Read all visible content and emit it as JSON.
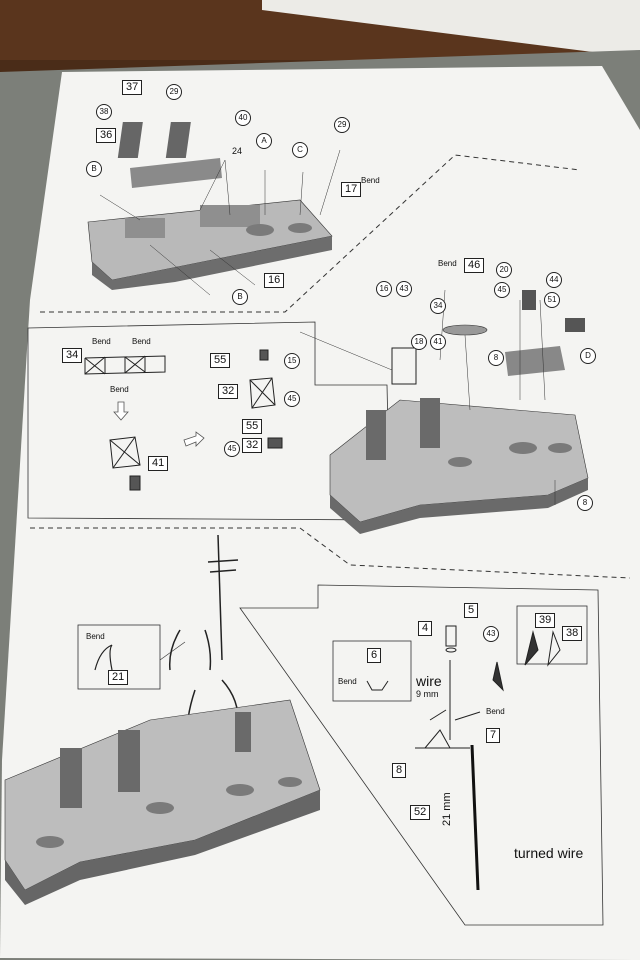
{
  "colors": {
    "table": "#4a2c18",
    "board": "#7c7f79",
    "paper": "#f4f4f2",
    "ink": "#222222",
    "model_light": "#b9b9b9",
    "model_dark": "#5c5c5c"
  },
  "step1": {
    "labels": {
      "p37": "37",
      "p38": "38",
      "p36": "36",
      "p29a": "29",
      "p29b": "29",
      "p40": "40",
      "pA": "A",
      "p24": "24",
      "pC": "C",
      "p17": "17",
      "pB1": "B",
      "p16": "16",
      "pB2": "B",
      "bend": "Bend"
    }
  },
  "step2": {
    "labels": {
      "p34": "34",
      "bend1": "Bend",
      "bend2": "Bend",
      "bend3": "Bend",
      "p41": "41",
      "p55a": "55",
      "p15": "15",
      "p32a": "32",
      "p45a": "45",
      "p55b": "55",
      "p45b": "45",
      "p32b": "32",
      "p46": "46",
      "bend4": "Bend",
      "p20": "20",
      "p44": "44",
      "p16": "16",
      "p43": "43",
      "p45c": "45",
      "p51": "51",
      "p34b": "34",
      "p18": "18",
      "p41b": "41",
      "p8": "8",
      "pD": "D",
      "p8b": "8"
    }
  },
  "step3": {
    "labels": {
      "bend_a": "Bend",
      "p21": "21",
      "p5": "5",
      "p4": "4",
      "p43": "43",
      "p39": "39",
      "p38": "38",
      "p6": "6",
      "bend_b": "Bend",
      "wire": "wire",
      "wire_len": "9 mm",
      "bend_c": "Bend",
      "p7": "7",
      "p8": "8",
      "p52": "52",
      "mast_len": "21 mm",
      "turned_wire": "turned wire"
    }
  }
}
